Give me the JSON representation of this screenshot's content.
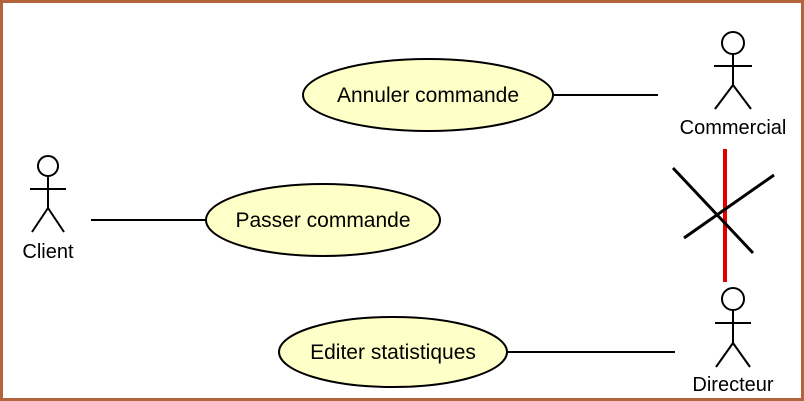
{
  "actors": {
    "client": "Client",
    "commercial": "Commercial",
    "directeur": "Directeur"
  },
  "use_cases": {
    "annuler": "Annuler commande",
    "passer": "Passer commande",
    "editer": "Editer statistiques"
  },
  "colors": {
    "frame_border": "#b3643c",
    "use_case_fill": "#ffffc8",
    "line": "#000000",
    "generalization": "#e00000",
    "cross": "#000000"
  }
}
